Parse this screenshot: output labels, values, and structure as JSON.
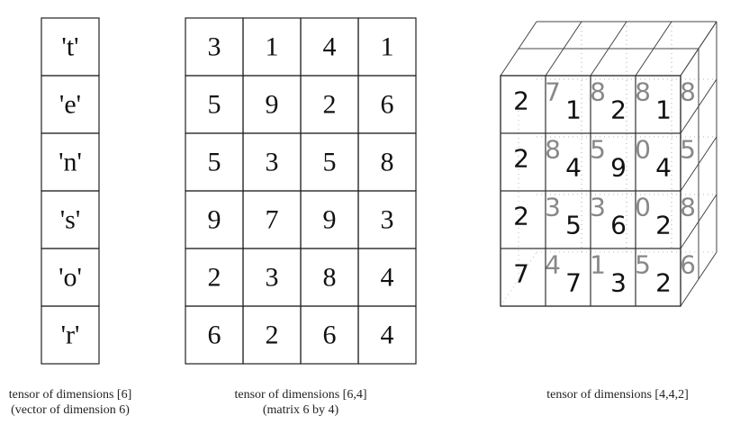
{
  "vector": {
    "cells": [
      "'t'",
      "'e'",
      "'n'",
      "'s'",
      "'o'",
      "'r'"
    ],
    "caption_line1": "tensor of dimensions [6]",
    "caption_line2": "(vector of dimension 6)"
  },
  "matrix": {
    "rows": [
      [
        "3",
        "1",
        "4",
        "1"
      ],
      [
        "5",
        "9",
        "2",
        "6"
      ],
      [
        "5",
        "3",
        "5",
        "8"
      ],
      [
        "9",
        "7",
        "9",
        "3"
      ],
      [
        "2",
        "3",
        "8",
        "4"
      ],
      [
        "6",
        "2",
        "6",
        "4"
      ]
    ],
    "caption_line1": "tensor of dimensions [6,4]",
    "caption_line2": "(matrix 6 by 4)"
  },
  "cube": {
    "front": [
      [
        "2",
        "1",
        "2",
        "1"
      ],
      [
        "2",
        "4",
        "9",
        "4"
      ],
      [
        "2",
        "5",
        "6",
        "2"
      ],
      [
        "7",
        "7",
        "3",
        "2"
      ]
    ],
    "back": [
      [
        "7",
        "8",
        "8",
        "8"
      ],
      [
        "8",
        "5",
        "0",
        "5"
      ],
      [
        "3",
        "3",
        "0",
        "8"
      ],
      [
        "4",
        "1",
        "5",
        "6"
      ]
    ],
    "caption": "tensor of dimensions [4,4,2]"
  }
}
